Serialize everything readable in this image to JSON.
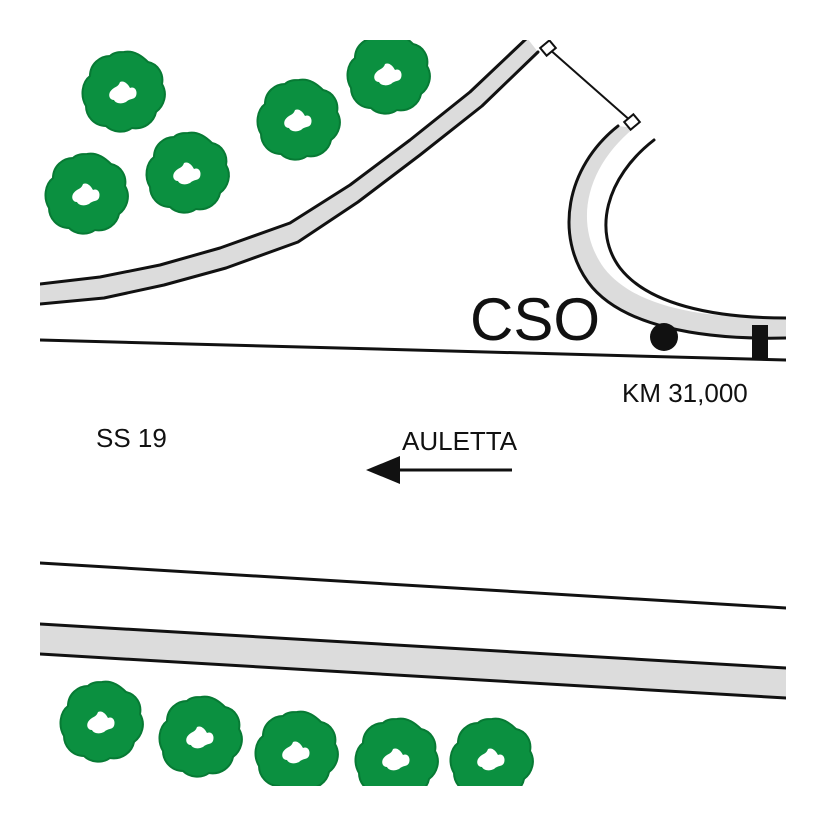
{
  "labels": {
    "facility": "CSO",
    "kilometer": "KM 31,000",
    "road": "SS 19",
    "direction": "AULETTA"
  },
  "colors": {
    "tree": "#0b9040",
    "tree_outline": "#077a34",
    "tree_hole": "#ffffff",
    "sidewalk_fill": "#dcdcdc",
    "line": "#111111",
    "background": "#ffffff"
  },
  "symbols": {
    "tree": "tree-icon",
    "manhole": "manhole-circle-icon",
    "marker": "km-marker-post-icon",
    "arrow": "direction-arrow-icon",
    "gate": "gate-post-icon"
  }
}
